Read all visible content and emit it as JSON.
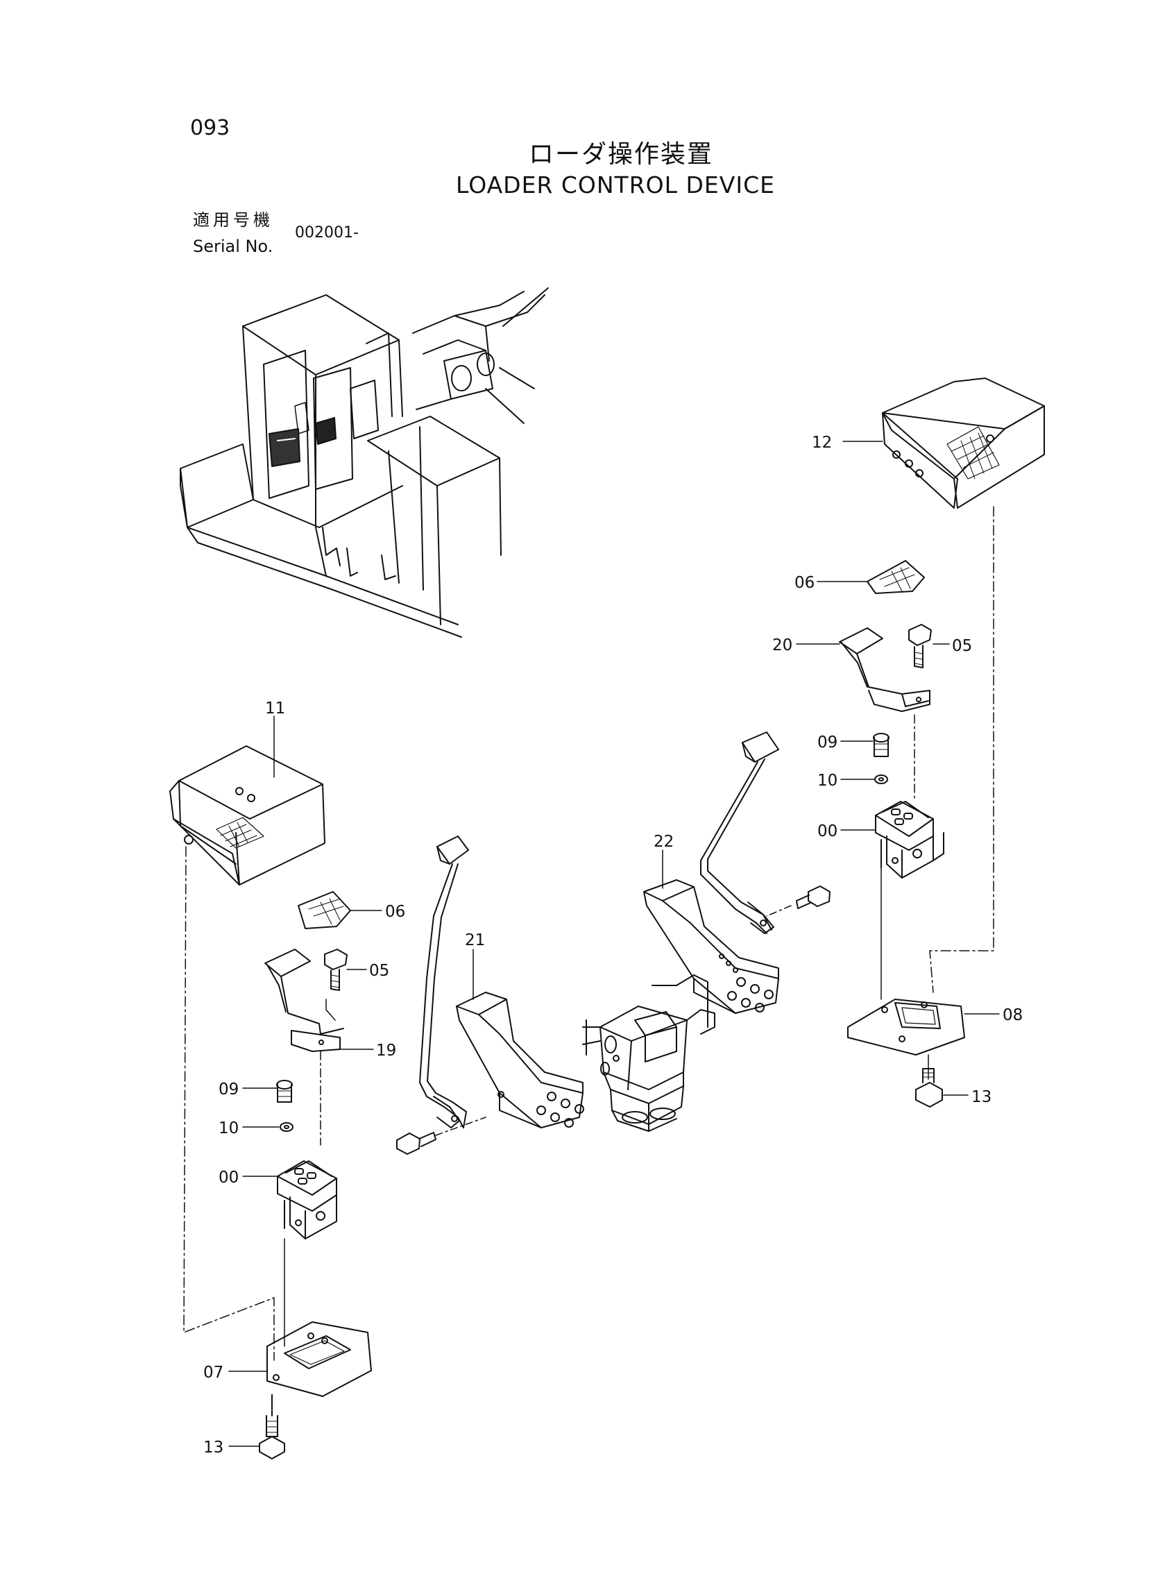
{
  "page": {
    "number": "093",
    "title_jp": "ローダ操作装置",
    "title_en": "LOADER CONTROL DEVICE",
    "serial_label_jp": "適用号機",
    "serial_label_en": "Serial No.",
    "serial_value": "002001-"
  },
  "callouts": {
    "c12": "12",
    "c06_right": "06",
    "c20": "20",
    "c05_right": "05",
    "c09_right": "09",
    "c10_right": "10",
    "c00_right": "00",
    "c08": "08",
    "c13_right": "13",
    "c11": "11",
    "c22": "22",
    "c21": "21",
    "c06_left": "06",
    "c05_left": "05",
    "c19": "19",
    "c09_left": "09",
    "c10_left": "10",
    "c00_left": "00",
    "c07": "07",
    "c13_left": "13"
  }
}
